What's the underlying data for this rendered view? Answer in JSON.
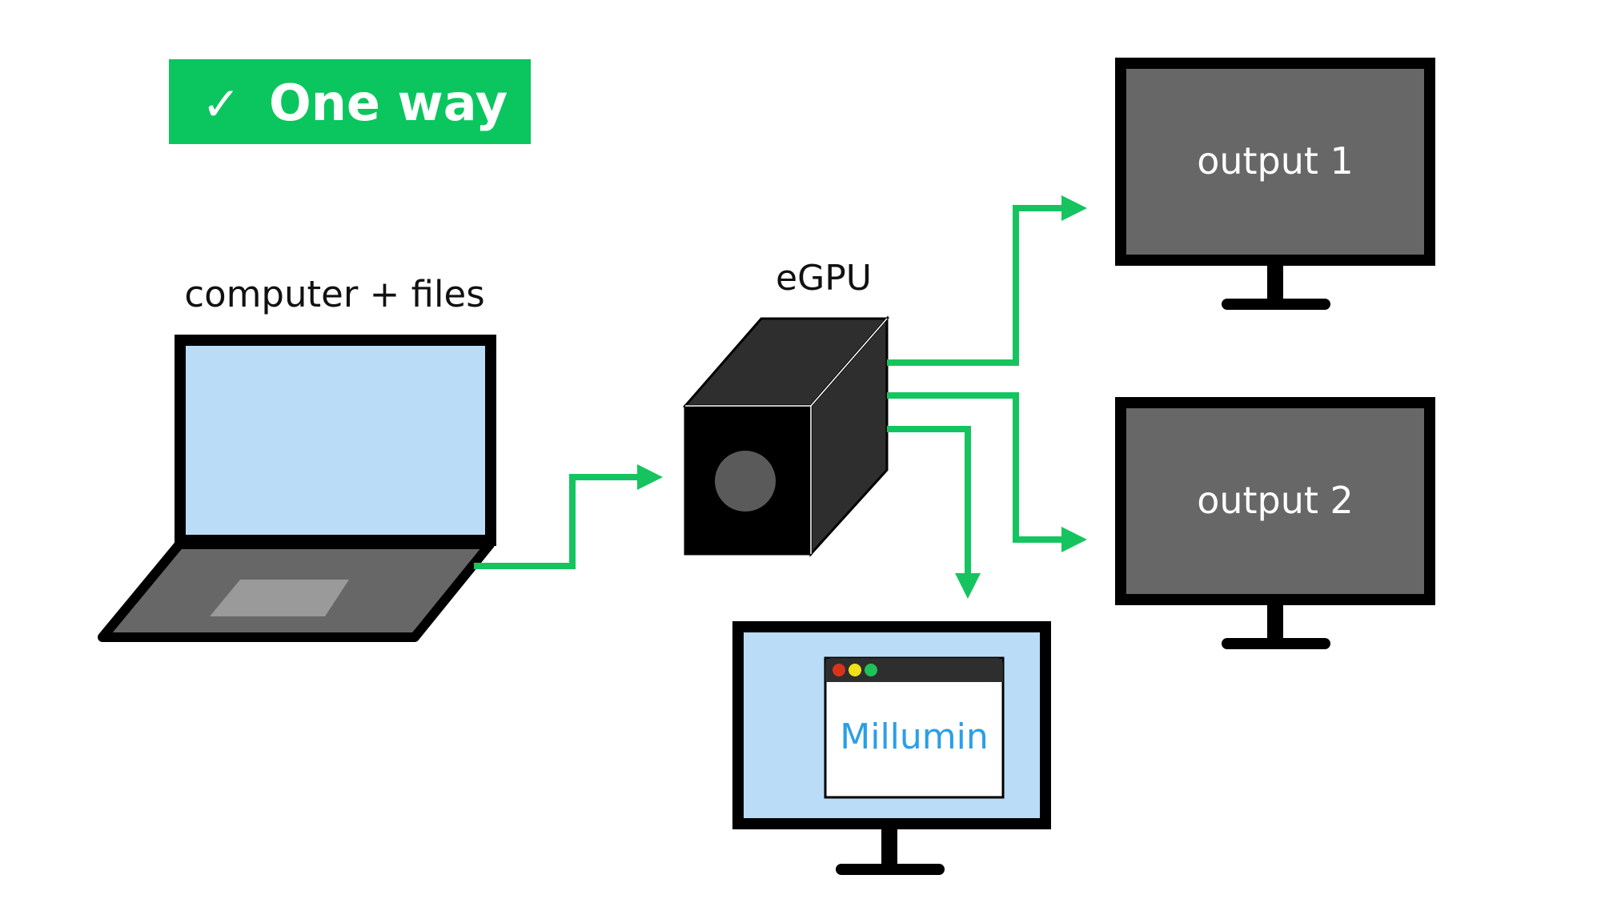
{
  "badge": {
    "check_glyph": "✓",
    "text": "One way",
    "color": "#0bc65e"
  },
  "labels": {
    "computer": "computer + files",
    "egpu": "eGPU",
    "output1": "output 1",
    "output2": "output 2",
    "app": "Millumin"
  },
  "colors": {
    "arrow": "#16c45f",
    "screen_light": "#badcf7",
    "screen_dark": "#676767",
    "outline": "#000000",
    "box_dark": "#2e2e2e",
    "app_text": "#2a9fe8",
    "dot_red": "#d8341c",
    "dot_yellow": "#f0e018",
    "dot_green": "#1fc25a"
  },
  "icons": {
    "laptop": "laptop-icon",
    "egpu": "egpu-box-icon",
    "monitor": "monitor-icon",
    "window": "app-window-icon"
  }
}
